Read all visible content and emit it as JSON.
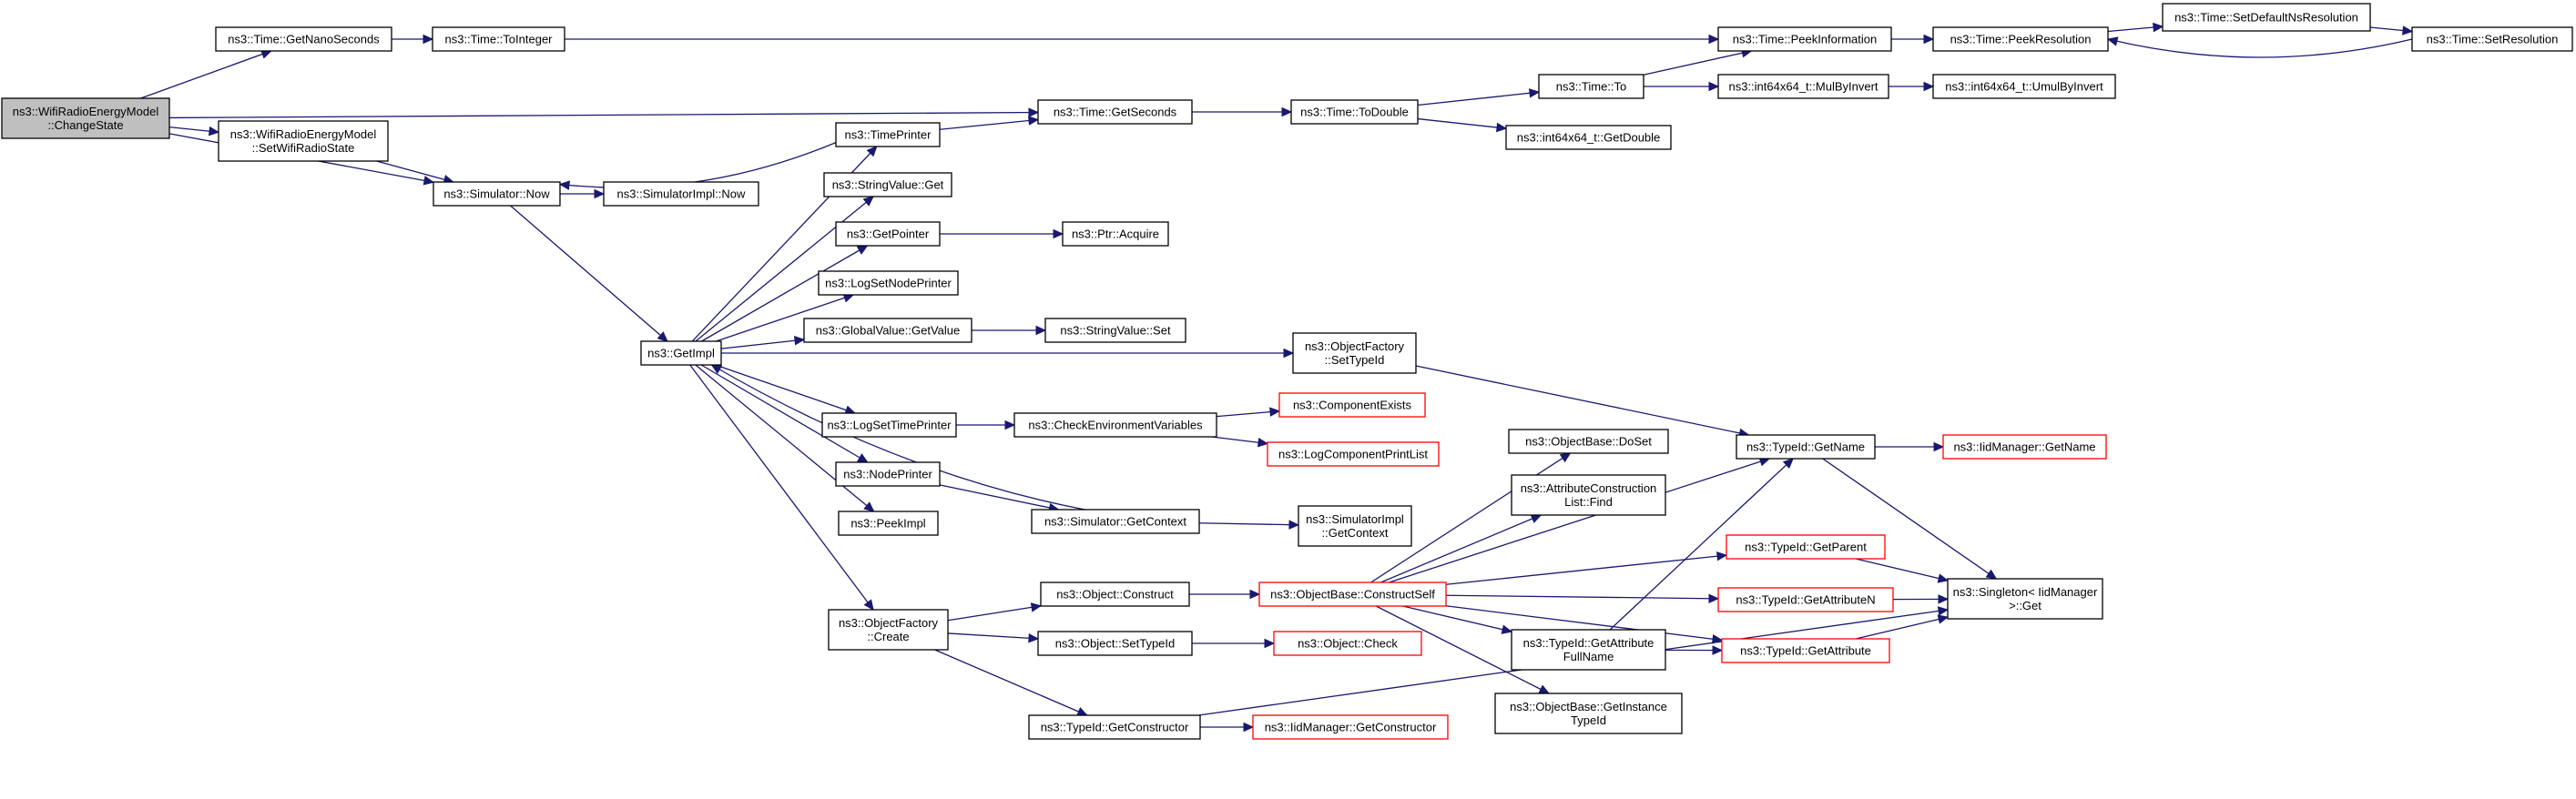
{
  "colors": {
    "root_fill": "#bfbfbf",
    "node_fill": "#ffffff",
    "node_border": "#000000",
    "truncated_border": "#ff0000",
    "edge": "#191970",
    "text": "#000000"
  },
  "nodes": [
    {
      "id": "root",
      "lines": [
        "ns3::WifiRadioEnergyModel",
        "::ChangeState"
      ],
      "style": "root"
    },
    {
      "id": "getNanoSeconds",
      "lines": [
        "ns3::Time::GetNanoSeconds"
      ],
      "style": "normal"
    },
    {
      "id": "toInteger",
      "lines": [
        "ns3::Time::ToInteger"
      ],
      "style": "normal"
    },
    {
      "id": "peekInformation",
      "lines": [
        "ns3::Time::PeekInformation"
      ],
      "style": "normal"
    },
    {
      "id": "peekResolution",
      "lines": [
        "ns3::Time::PeekResolution"
      ],
      "style": "normal"
    },
    {
      "id": "setDefaultNsRes",
      "lines": [
        "ns3::Time::SetDefaultNsResolution"
      ],
      "style": "normal"
    },
    {
      "id": "setResolution",
      "lines": [
        "ns3::Time::SetResolution"
      ],
      "style": "normal"
    },
    {
      "id": "setWifiRadioState",
      "lines": [
        "ns3::WifiRadioEnergyModel",
        "::SetWifiRadioState"
      ],
      "style": "normal"
    },
    {
      "id": "getSeconds",
      "lines": [
        "ns3::Time::GetSeconds"
      ],
      "style": "normal"
    },
    {
      "id": "toDouble",
      "lines": [
        "ns3::Time::ToDouble"
      ],
      "style": "normal"
    },
    {
      "id": "timeTo",
      "lines": [
        "ns3::Time::To"
      ],
      "style": "normal"
    },
    {
      "id": "mulByInvert",
      "lines": [
        "ns3::int64x64_t::MulByInvert"
      ],
      "style": "normal"
    },
    {
      "id": "umulByInvert",
      "lines": [
        "ns3::int64x64_t::UmulByInvert"
      ],
      "style": "normal"
    },
    {
      "id": "getDouble",
      "lines": [
        "ns3::int64x64_t::GetDouble"
      ],
      "style": "normal"
    },
    {
      "id": "timePrinter",
      "lines": [
        "ns3::TimePrinter"
      ],
      "style": "normal"
    },
    {
      "id": "simNow",
      "lines": [
        "ns3::Simulator::Now"
      ],
      "style": "normal"
    },
    {
      "id": "simImplNow",
      "lines": [
        "ns3::SimulatorImpl::Now"
      ],
      "style": "normal"
    },
    {
      "id": "stringValueGet",
      "lines": [
        "ns3::StringValue::Get"
      ],
      "style": "normal"
    },
    {
      "id": "getPointer",
      "lines": [
        "ns3::GetPointer"
      ],
      "style": "normal"
    },
    {
      "id": "ptrAcquire",
      "lines": [
        "ns3::Ptr::Acquire"
      ],
      "style": "normal"
    },
    {
      "id": "logSetNodePrinter",
      "lines": [
        "ns3::LogSetNodePrinter"
      ],
      "style": "normal"
    },
    {
      "id": "getImpl",
      "lines": [
        "ns3::GetImpl"
      ],
      "style": "normal"
    },
    {
      "id": "globalValueGetValue",
      "lines": [
        "ns3::GlobalValue::GetValue"
      ],
      "style": "normal"
    },
    {
      "id": "stringValueSet",
      "lines": [
        "ns3::StringValue::Set"
      ],
      "style": "normal"
    },
    {
      "id": "ofSetTypeId",
      "lines": [
        "ns3::ObjectFactory",
        "::SetTypeId"
      ],
      "style": "normal"
    },
    {
      "id": "logSetTimePrinter",
      "lines": [
        "ns3::LogSetTimePrinter"
      ],
      "style": "normal"
    },
    {
      "id": "checkEnvVars",
      "lines": [
        "ns3::CheckEnvironmentVariables"
      ],
      "style": "normal"
    },
    {
      "id": "componentExists",
      "lines": [
        "ns3::ComponentExists"
      ],
      "style": "truncated"
    },
    {
      "id": "logComponentPrintList",
      "lines": [
        "ns3::LogComponentPrintList"
      ],
      "style": "truncated"
    },
    {
      "id": "nodePrinter",
      "lines": [
        "ns3::NodePrinter"
      ],
      "style": "normal"
    },
    {
      "id": "peekImpl",
      "lines": [
        "ns3::PeekImpl"
      ],
      "style": "normal"
    },
    {
      "id": "simGetContext",
      "lines": [
        "ns3::Simulator::GetContext"
      ],
      "style": "normal"
    },
    {
      "id": "simImplGetContext",
      "lines": [
        "ns3::SimulatorImpl",
        "::GetContext"
      ],
      "style": "normal"
    },
    {
      "id": "ofCreate",
      "lines": [
        "ns3::ObjectFactory",
        "::Create"
      ],
      "style": "normal"
    },
    {
      "id": "objectConstruct",
      "lines": [
        "ns3::Object::Construct"
      ],
      "style": "normal"
    },
    {
      "id": "objectSetTypeId",
      "lines": [
        "ns3::Object::SetTypeId"
      ],
      "style": "normal"
    },
    {
      "id": "objectCheck",
      "lines": [
        "ns3::Object::Check"
      ],
      "style": "truncated"
    },
    {
      "id": "typeIdGetConstructor",
      "lines": [
        "ns3::TypeId::GetConstructor"
      ],
      "style": "normal"
    },
    {
      "id": "iidGetConstructor",
      "lines": [
        "ns3::IidManager::GetConstructor"
      ],
      "style": "truncated"
    },
    {
      "id": "constructSelf",
      "lines": [
        "ns3::ObjectBase::ConstructSelf"
      ],
      "style": "truncated"
    },
    {
      "id": "objectBaseDoSet",
      "lines": [
        "ns3::ObjectBase::DoSet"
      ],
      "style": "normal"
    },
    {
      "id": "attrConstructionFind",
      "lines": [
        "ns3::AttributeConstruction",
        "List::Find"
      ],
      "style": "normal"
    },
    {
      "id": "typeIdGetAttrFullName",
      "lines": [
        "ns3::TypeId::GetAttribute",
        "FullName"
      ],
      "style": "normal"
    },
    {
      "id": "getInstanceTypeId",
      "lines": [
        "ns3::ObjectBase::GetInstance",
        "TypeId"
      ],
      "style": "normal"
    },
    {
      "id": "typeIdGetName",
      "lines": [
        "ns3::TypeId::GetName"
      ],
      "style": "normal"
    },
    {
      "id": "iidGetName",
      "lines": [
        "ns3::IidManager::GetName"
      ],
      "style": "truncated"
    },
    {
      "id": "typeIdGetParent",
      "lines": [
        "ns3::TypeId::GetParent"
      ],
      "style": "truncated"
    },
    {
      "id": "typeIdGetAttributeN",
      "lines": [
        "ns3::TypeId::GetAttributeN"
      ],
      "style": "truncated"
    },
    {
      "id": "typeIdGetAttribute",
      "lines": [
        "ns3::TypeId::GetAttribute"
      ],
      "style": "truncated"
    },
    {
      "id": "singletonGet",
      "lines": [
        "ns3::Singleton< IidManager",
        " >::Get"
      ],
      "style": "normal"
    }
  ],
  "edges": [
    [
      "root",
      "getNanoSeconds"
    ],
    [
      "root",
      "getSeconds"
    ],
    [
      "root",
      "setWifiRadioState"
    ],
    [
      "root",
      "simNow"
    ],
    [
      "getNanoSeconds",
      "toInteger"
    ],
    [
      "toInteger",
      "peekInformation"
    ],
    [
      "peekInformation",
      "peekResolution"
    ],
    [
      "peekResolution",
      "setDefaultNsRes"
    ],
    [
      "setDefaultNsRes",
      "setResolution"
    ],
    [
      "setResolution",
      "peekResolution"
    ],
    [
      "setWifiRadioState",
      "simNow"
    ],
    [
      "simNow",
      "simImplNow"
    ],
    [
      "simNow",
      "getImpl"
    ],
    [
      "getSeconds",
      "toDouble"
    ],
    [
      "toDouble",
      "timeTo"
    ],
    [
      "toDouble",
      "getDouble"
    ],
    [
      "timeTo",
      "peekInformation"
    ],
    [
      "timeTo",
      "mulByInvert"
    ],
    [
      "mulByInvert",
      "umulByInvert"
    ],
    [
      "timePrinter",
      "getSeconds"
    ],
    [
      "timePrinter",
      "simNow"
    ],
    [
      "getImpl",
      "timePrinter"
    ],
    [
      "getImpl",
      "stringValueGet"
    ],
    [
      "getImpl",
      "getPointer"
    ],
    [
      "getImpl",
      "logSetNodePrinter"
    ],
    [
      "getImpl",
      "globalValueGetValue"
    ],
    [
      "getImpl",
      "ofSetTypeId"
    ],
    [
      "getImpl",
      "logSetTimePrinter"
    ],
    [
      "getImpl",
      "nodePrinter"
    ],
    [
      "getImpl",
      "peekImpl"
    ],
    [
      "getImpl",
      "ofCreate"
    ],
    [
      "getPointer",
      "ptrAcquire"
    ],
    [
      "globalValueGetValue",
      "stringValueSet"
    ],
    [
      "ofSetTypeId",
      "typeIdGetName"
    ],
    [
      "logSetTimePrinter",
      "checkEnvVars"
    ],
    [
      "checkEnvVars",
      "componentExists"
    ],
    [
      "checkEnvVars",
      "logComponentPrintList"
    ],
    [
      "nodePrinter",
      "simGetContext"
    ],
    [
      "simGetContext",
      "simImplGetContext"
    ],
    [
      "simGetContext",
      "getImpl"
    ],
    [
      "ofCreate",
      "objectConstruct"
    ],
    [
      "ofCreate",
      "objectSetTypeId"
    ],
    [
      "ofCreate",
      "typeIdGetConstructor"
    ],
    [
      "objectConstruct",
      "constructSelf"
    ],
    [
      "objectSetTypeId",
      "objectCheck"
    ],
    [
      "typeIdGetConstructor",
      "iidGetConstructor"
    ],
    [
      "typeIdGetConstructor",
      "singletonGet"
    ],
    [
      "constructSelf",
      "objectBaseDoSet"
    ],
    [
      "constructSelf",
      "attrConstructionFind"
    ],
    [
      "constructSelf",
      "typeIdGetAttrFullName"
    ],
    [
      "constructSelf",
      "getInstanceTypeId"
    ],
    [
      "constructSelf",
      "typeIdGetName"
    ],
    [
      "constructSelf",
      "typeIdGetParent"
    ],
    [
      "constructSelf",
      "typeIdGetAttributeN"
    ],
    [
      "constructSelf",
      "typeIdGetAttribute"
    ],
    [
      "typeIdGetAttrFullName",
      "typeIdGetName"
    ],
    [
      "typeIdGetAttrFullName",
      "typeIdGetAttribute"
    ],
    [
      "typeIdGetName",
      "iidGetName"
    ],
    [
      "typeIdGetName",
      "singletonGet"
    ],
    [
      "typeIdGetParent",
      "singletonGet"
    ],
    [
      "typeIdGetAttributeN",
      "singletonGet"
    ],
    [
      "typeIdGetAttribute",
      "singletonGet"
    ]
  ]
}
